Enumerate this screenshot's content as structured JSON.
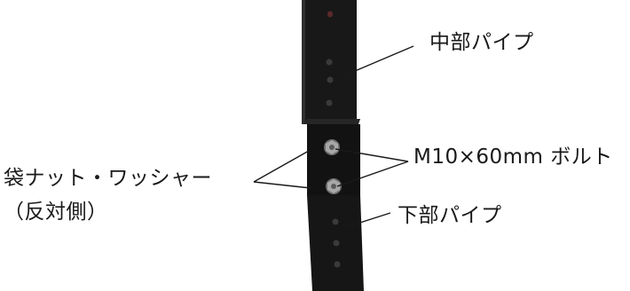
{
  "colors": {
    "background": "#ffffff",
    "pipe": "#161616",
    "pipe_edge": "#2e2e2e",
    "hole": "#3a3a3a",
    "bolt": "#9a9a9a",
    "leader_line": "#1a1a1a",
    "text": "#1a1a1a"
  },
  "labels": {
    "middle_pipe": "中部パイプ",
    "bolt": "M10×60mm ボルト",
    "lower_pipe": "下部パイプ",
    "nut_washer": "袋ナット・ワッシャー",
    "nut_washer_note": "（反対側）"
  },
  "icons": {
    "bolt_head": "hex-bolt-icon",
    "pipe_hole": "circle-hole-icon"
  }
}
